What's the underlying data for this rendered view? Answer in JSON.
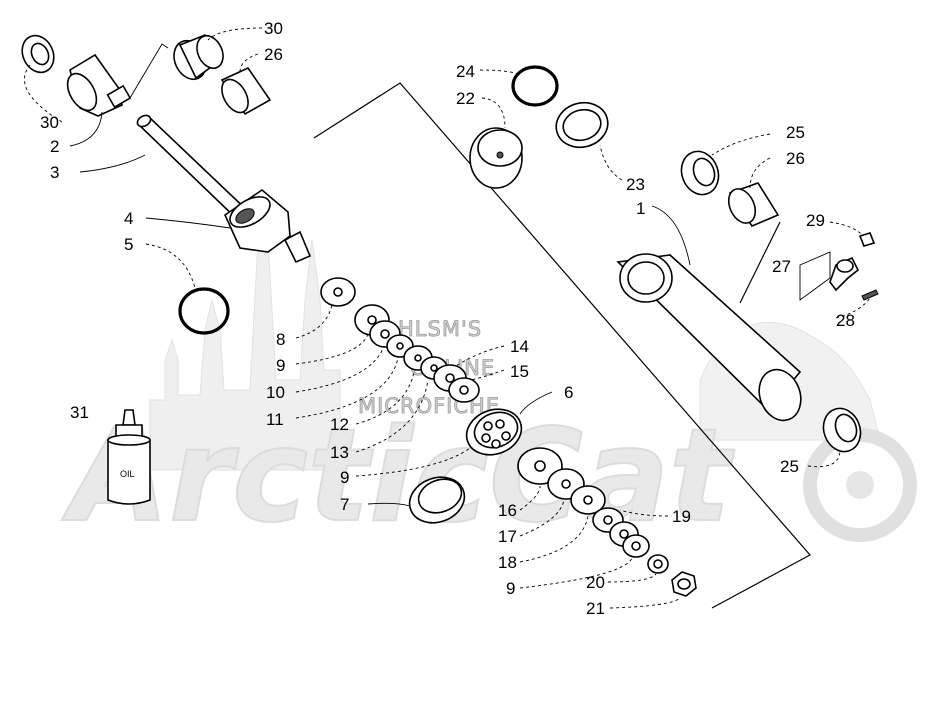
{
  "watermark": {
    "brand": "ArcticCat",
    "line1": "HLSM'S",
    "line2": "ONLINE",
    "line3": "MICROFICHE"
  },
  "oil_label": "OIL",
  "callouts": [
    {
      "id": "c30a",
      "text": "30"
    },
    {
      "id": "c26a",
      "text": "26"
    },
    {
      "id": "c30b",
      "text": "30"
    },
    {
      "id": "c2",
      "text": "2"
    },
    {
      "id": "c3",
      "text": "3"
    },
    {
      "id": "c4",
      "text": "4"
    },
    {
      "id": "c5",
      "text": "5"
    },
    {
      "id": "c24",
      "text": "24"
    },
    {
      "id": "c22",
      "text": "22"
    },
    {
      "id": "c23",
      "text": "23"
    },
    {
      "id": "c1",
      "text": "1"
    },
    {
      "id": "c25a",
      "text": "25"
    },
    {
      "id": "c26b",
      "text": "26"
    },
    {
      "id": "c29",
      "text": "29"
    },
    {
      "id": "c27",
      "text": "27"
    },
    {
      "id": "c28",
      "text": "28"
    },
    {
      "id": "c8",
      "text": "8"
    },
    {
      "id": "c9a",
      "text": "9"
    },
    {
      "id": "c10",
      "text": "10"
    },
    {
      "id": "c11",
      "text": "11"
    },
    {
      "id": "c14",
      "text": "14"
    },
    {
      "id": "c15",
      "text": "15"
    },
    {
      "id": "c6",
      "text": "6"
    },
    {
      "id": "c12",
      "text": "12"
    },
    {
      "id": "c13",
      "text": "13"
    },
    {
      "id": "c9b",
      "text": "9"
    },
    {
      "id": "c7",
      "text": "7"
    },
    {
      "id": "c31",
      "text": "31"
    },
    {
      "id": "c25b",
      "text": "25"
    },
    {
      "id": "c16",
      "text": "16"
    },
    {
      "id": "c19",
      "text": "19"
    },
    {
      "id": "c17",
      "text": "17"
    },
    {
      "id": "c18",
      "text": "18"
    },
    {
      "id": "c9c",
      "text": "9"
    },
    {
      "id": "c20",
      "text": "20"
    },
    {
      "id": "c21",
      "text": "21"
    }
  ]
}
